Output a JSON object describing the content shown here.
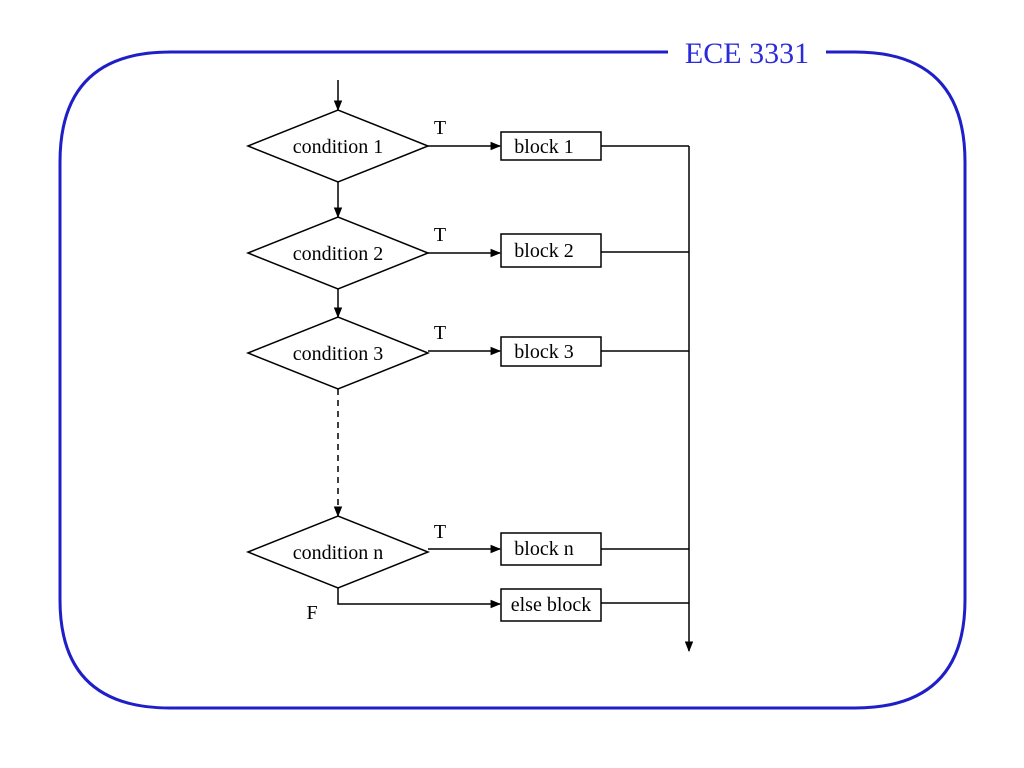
{
  "header": {
    "course": "ECE 3331"
  },
  "conditions": [
    "condition 1",
    "condition 2",
    "condition 3",
    "condition n"
  ],
  "blocks": [
    "block 1",
    "block 2",
    "block 3",
    "block n"
  ],
  "else_block": "else block",
  "labels": {
    "true": "T",
    "false": "F"
  },
  "colors": {
    "frame": "#1f1fc8",
    "title": "#2b2bd9",
    "stroke": "#000000"
  }
}
